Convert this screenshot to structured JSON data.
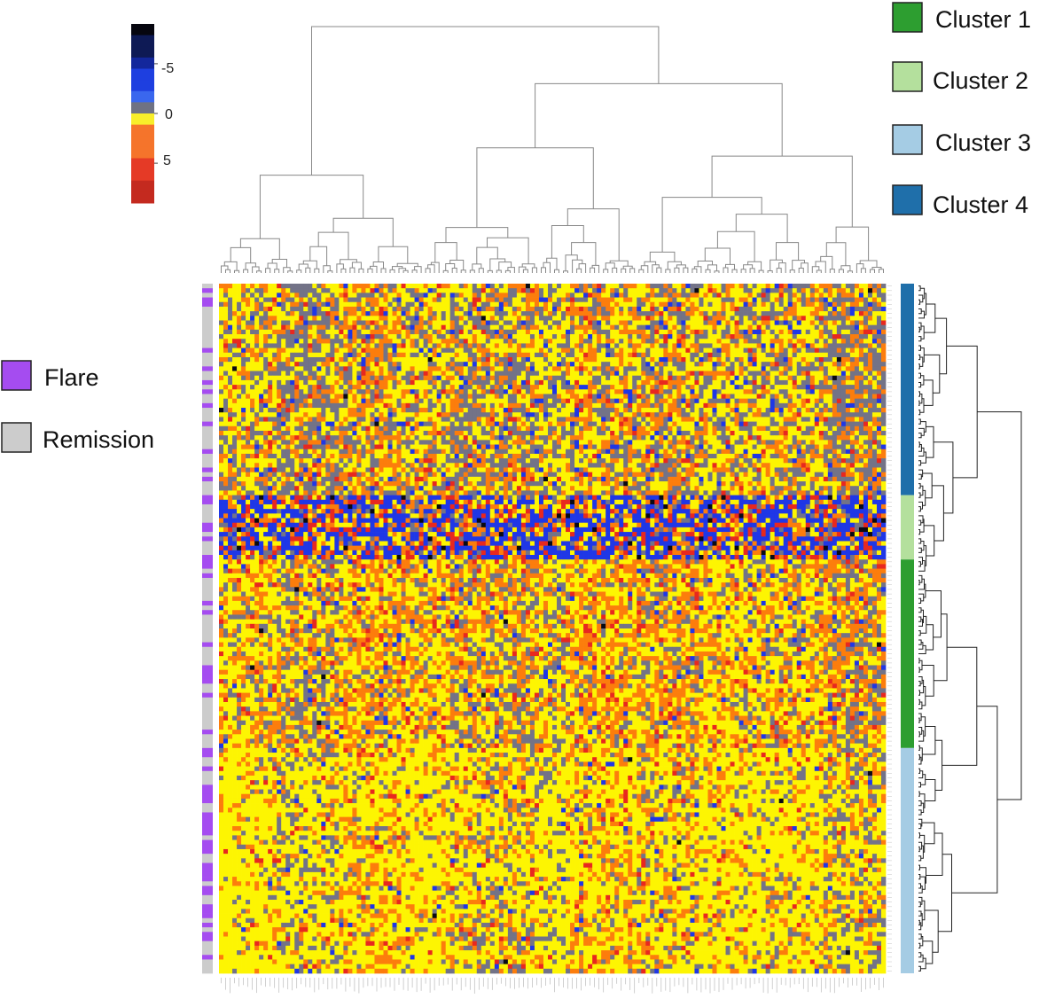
{
  "chart_data": {
    "type": "heatmap",
    "title": "",
    "xlabel": "",
    "ylabel": "",
    "color_scale": {
      "ticks": [
        {
          "value": -5,
          "label": "-5"
        },
        {
          "value": 0,
          "label": "0"
        },
        {
          "value": 5,
          "label": "5"
        }
      ],
      "range": [
        -9,
        9
      ],
      "stops": [
        {
          "value": -9,
          "color": "#06060f"
        },
        {
          "value": -7.5,
          "color": "#0e1a55"
        },
        {
          "value": -6,
          "color": "#13279c"
        },
        {
          "value": -4,
          "color": "#1e3fe0"
        },
        {
          "value": -2,
          "color": "#3a67ee"
        },
        {
          "value": -1,
          "color": "#6f7284"
        },
        {
          "value": 0,
          "color": "#f8ee2a"
        },
        {
          "value": 1.5,
          "color": "#f5742b"
        },
        {
          "value": 4,
          "color": "#e53a26"
        },
        {
          "value": 6.5,
          "color": "#c42a1f"
        },
        {
          "value": 9,
          "color": "#8e1b18"
        }
      ]
    },
    "cell_colors": {
      "yellow": "#fdf502",
      "orange": "#fc7d0c",
      "gray": "#737387",
      "blue": "#1f37e6",
      "red": "#e8281f",
      "dark": "#0a0a14"
    },
    "n_columns": 150,
    "n_rows": 150,
    "cluster_legend": [
      {
        "label": "Cluster 1",
        "color": "#2d9e30"
      },
      {
        "label": "Cluster 2",
        "color": "#b4e09d"
      },
      {
        "label": "Cluster 3",
        "color": "#a5cce4"
      },
      {
        "label": "Cluster 4",
        "color": "#1f6faa"
      }
    ],
    "row_clusters": [
      {
        "cluster": "Cluster 4",
        "rows": [
          0,
          46
        ]
      },
      {
        "cluster": "Cluster 2",
        "rows": [
          46,
          60
        ]
      },
      {
        "cluster": "Cluster 1",
        "rows": [
          60,
          101
        ]
      },
      {
        "cluster": "Cluster 3",
        "rows": [
          101,
          150
        ]
      }
    ],
    "status_legend": [
      {
        "label": "Flare",
        "color": "#a54cf0"
      },
      {
        "label": "Remission",
        "color": "#cccccc"
      }
    ],
    "dendrograms": {
      "top": true,
      "right": true
    }
  }
}
